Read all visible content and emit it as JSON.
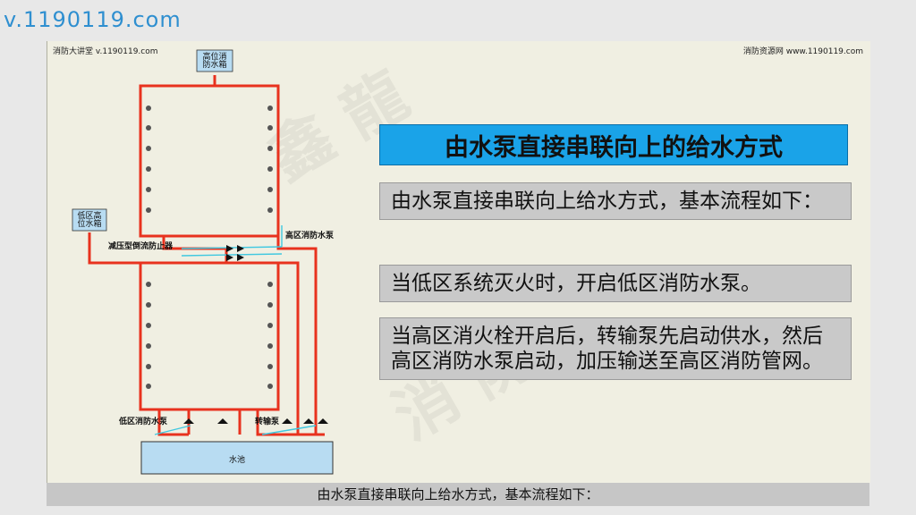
{
  "site_url": "v.1190119.com",
  "slide": {
    "watermark_left": "消防大讲堂 v.1190119.com",
    "watermark_right": "消防资源网 www.1190119.com",
    "title": "由水泵直接串联向上的给水方式",
    "paragraphs": [
      "由水泵直接串联向上给水方式，基本流程如下：",
      "当低区系统灭火时，开启低区消防水泵。",
      "当高区消火栓开启后，转输泵先启动供水，然后高区消防水泵启动，加压输送至高区消防管网。"
    ]
  },
  "diagram": {
    "high_tank": [
      "高位消",
      "防水箱"
    ],
    "low_tank": [
      "低区高",
      "位水箱"
    ],
    "backflow_preventer": "减压型倒流防止器",
    "high_pump": "高区消防水泵",
    "low_pump": "低区消防水泵",
    "transfer_pump": "转输泵",
    "pool": "水池"
  },
  "caption": "由水泵直接串联向上给水方式，基本流程如下：",
  "colors": {
    "pipe": "#e8321e",
    "title_bg": "#1aa3e8",
    "pool": "#b8dcf2",
    "aux_line": "#40c8e0"
  }
}
